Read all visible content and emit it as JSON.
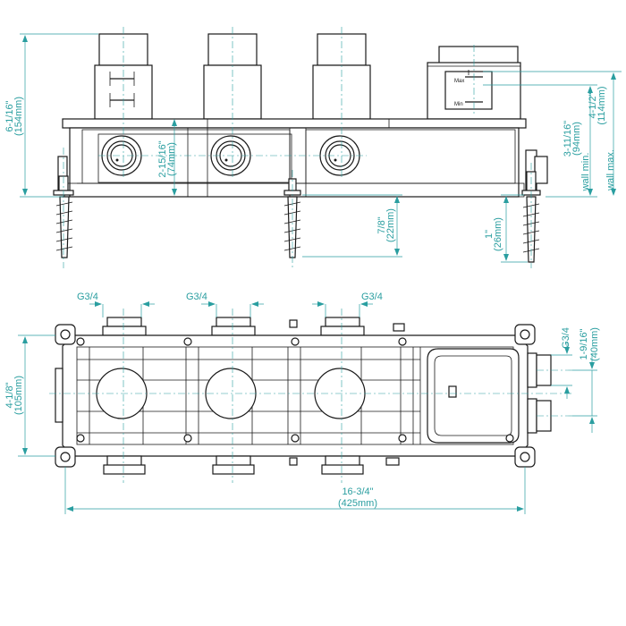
{
  "front_view": {
    "height_total": {
      "inch": "6-1/16\"",
      "mm": "(154mm)"
    },
    "port_center": {
      "inch": "2-15/16\"",
      "mm": "(74mm)"
    },
    "wall_min": {
      "inch": "3-11/16\"",
      "mm": "(94mm)",
      "label": "wall min."
    },
    "wall_max": {
      "inch": "4-1/2\"",
      "mm": "(114mm)",
      "label": "wall max."
    },
    "anchor_depth": {
      "inch": "7/8\"",
      "mm": "(22mm)"
    },
    "anchor_side": {
      "inch": "1\"",
      "mm": "(26mm)"
    },
    "cap_max": "Max",
    "cap_min": "Min"
  },
  "top_view": {
    "port_top_1": "G3/4",
    "port_top_2": "G3/4",
    "port_top_3": "G3/4",
    "port_side": "G3/4",
    "depth": {
      "inch": "4-1/8\"",
      "mm": "(105mm)"
    },
    "side_port_spacing": {
      "inch": "1-9/16\"",
      "mm": "(40mm)"
    },
    "length": {
      "inch": "16-3/4\"",
      "mm": "(425mm)"
    }
  },
  "colors": {
    "dimension": "#2a9ea0",
    "outline": "#1a1a1a"
  }
}
